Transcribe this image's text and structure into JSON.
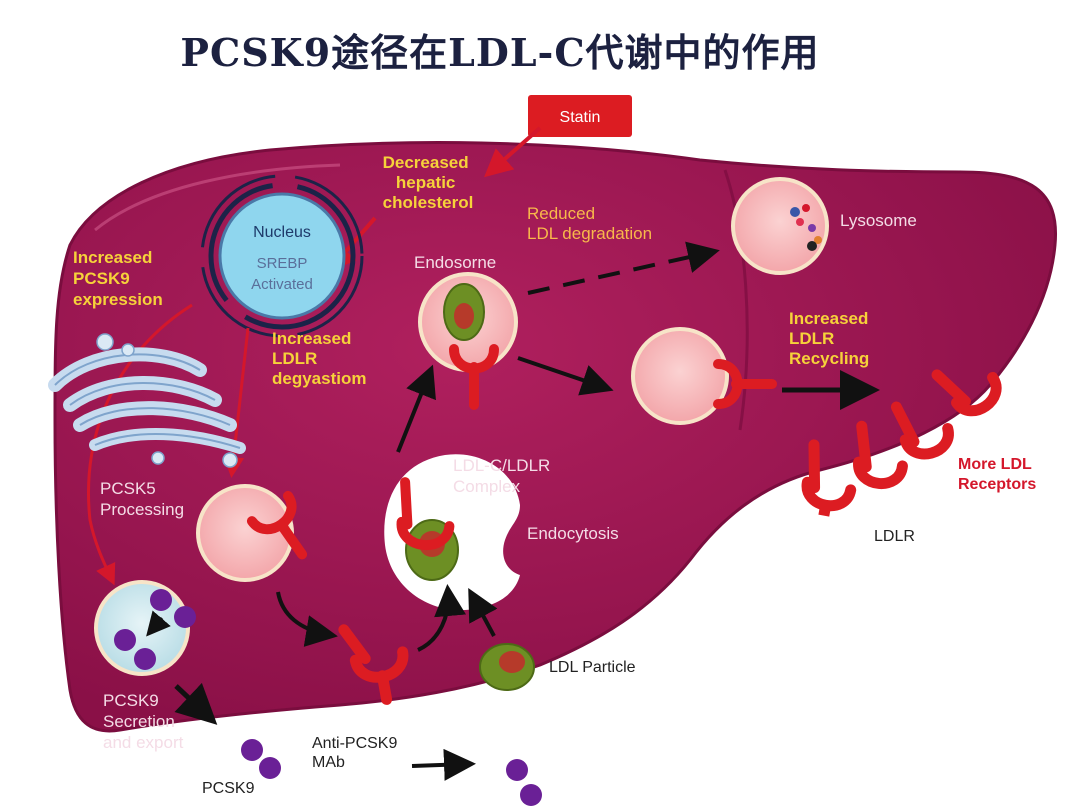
{
  "title": "PCSK9途径在LDL-C代谢中的作用",
  "statin": "Statin",
  "decreased_hepatic": [
    "Decreased",
    "hepatic",
    "cholesterol"
  ],
  "nucleus": {
    "label": "Nucleus",
    "line1": "SREBP",
    "line2": "Activated"
  },
  "increased_pcsk9": [
    "Increased",
    "PCSK9",
    "expression"
  ],
  "increased_ldlr": [
    "Increased",
    "LDLR",
    "degyastiom"
  ],
  "reduced_ldl": [
    "Reduced",
    "LDL degradation"
  ],
  "endosome": "Endosorne",
  "lysosome": "Lysosome",
  "increased_recycling": [
    "Increased",
    "LDLR",
    "Recycling"
  ],
  "pcsk5": [
    "PCSK5",
    "Processing"
  ],
  "ldlc_complex": [
    "LDL-C/LDLR",
    "Complex"
  ],
  "endocytosis": "Endocytosis",
  "more_ldl": [
    "More LDL",
    "Receptors"
  ],
  "ldlr": "LDLR",
  "ldl_particle": "LDL Particle",
  "pcsk9_secretion": [
    "PCSK9",
    "Secretion",
    "and export"
  ],
  "anti_pcsk9": [
    "Anti-PCSK9",
    "MAb"
  ],
  "pcsk9_label": "PCSK9",
  "colors": {
    "liver": "#9b1450",
    "receptor": "#dc1c22",
    "title": "#1c2140",
    "statin": "#dc1c22",
    "yellow": "#f6d23a",
    "purple": "#6a2096"
  }
}
